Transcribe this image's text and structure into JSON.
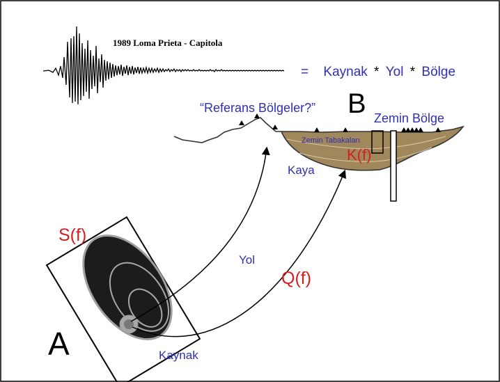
{
  "seismogram_title": "1989 Loma Prieta - Capitola",
  "equation": {
    "equals": "=",
    "source": "Kaynak",
    "op1": "*",
    "path": "Yol",
    "op2": "*",
    "site": "Bölge"
  },
  "labels": {
    "reference_sites": "“Referans Bölgeler?”",
    "point_b": "B",
    "soil_site": "Zemin Bölge",
    "soil_layers": "Zemin Tabakaları",
    "site_term": "K(f)",
    "rock": "Kaya",
    "source_term": "S(f)",
    "path": "Yol",
    "path_term": "Q(f)",
    "point_a": "A",
    "source": "Kaynak"
  },
  "colors": {
    "label_blue": "#2f2fb3",
    "term_red": "#d42020",
    "soil_fill": "#a0875c",
    "outline": "#000000"
  }
}
